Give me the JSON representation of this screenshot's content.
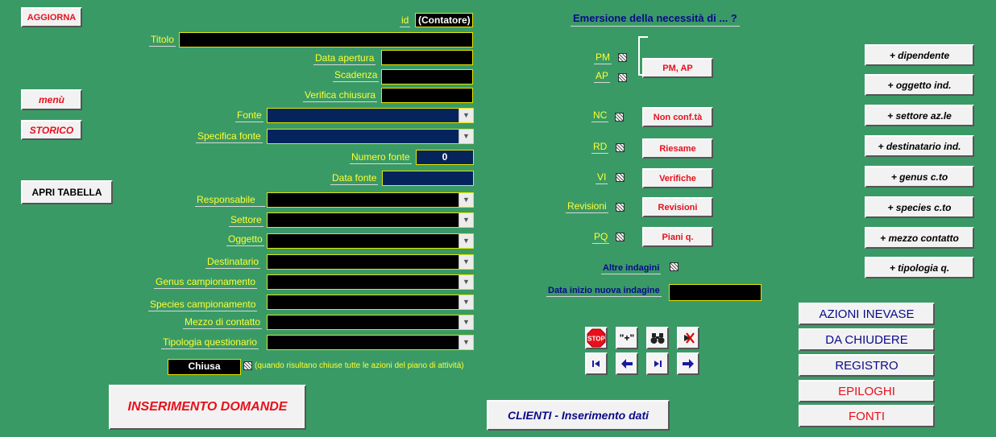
{
  "left_buttons": {
    "aggiorna": "AGGIORNA",
    "menu": "menù",
    "storico": "STORICO",
    "apri_tabella": "APRI TABELLA",
    "inserimento_domande": "INSERIMENTO DOMANDE"
  },
  "form": {
    "id_label": "id",
    "id_value": "(Contatore)",
    "titolo": "Titolo",
    "data_apertura": "Data apertura",
    "scadenza": "Scadenza",
    "verifica_chiusura": "Verifica chiusura",
    "fonte": "Fonte",
    "specifica_fonte": "Specifica fonte",
    "numero_fonte": "Numero fonte",
    "numero_fonte_value": "0",
    "data_fonte": "Data fonte",
    "responsabile": "Responsabile",
    "settore": "Settore",
    "oggetto": "Oggetto",
    "destinatario": "Destinatario",
    "genus": "Genus campionamento",
    "species": "Species campionamento",
    "mezzo": "Mezzo di contatto",
    "tipologia": "Tipologia questionario",
    "chiusa": "Chiusa",
    "chiusa_note": "(quando risultano chiuse tutte le azioni del piano di attività)"
  },
  "emersione": {
    "title": "Emersione della necessità di ... ?",
    "pm": "PM",
    "ap": "AP",
    "pm_ap_button": "PM, AP",
    "nc": "NC",
    "nc_button": "Non conf.tà",
    "rd": "RD",
    "rd_button": "Riesame",
    "vi": "VI",
    "vi_button": "Verifiche",
    "revisioni": "Revisioni",
    "revisioni_button": "Revisioni",
    "pq": "PQ",
    "pq_button": "Piani q.",
    "altre_indagini": "Altre indagini",
    "data_inizio": "Data inizio nuova indagine"
  },
  "toolbar": {
    "stop_text": "STOP",
    "new_text": "\"+\""
  },
  "clienti_button": "CLIENTI - Inserimento dati",
  "right_buttons": [
    "+ dipendente",
    "+ oggetto ind.",
    "+ settore az.le",
    "+ destinatario ind.",
    "+ genus c.to",
    "+ species c.to",
    "+ mezzo contatto",
    "+ tipologia q."
  ],
  "bottom_right": {
    "azioni_inevase": "AZIONI INEVASE",
    "da_chiudere": "DA CHIUDERE",
    "registro": "REGISTRO",
    "epiloghi": "EPILOGHI",
    "fonti": "FONTI"
  },
  "colors": {
    "background": "#3a9a66",
    "label_yellow": "#ffff33",
    "button_red": "#e8101c",
    "navy": "#0a0a8a"
  }
}
